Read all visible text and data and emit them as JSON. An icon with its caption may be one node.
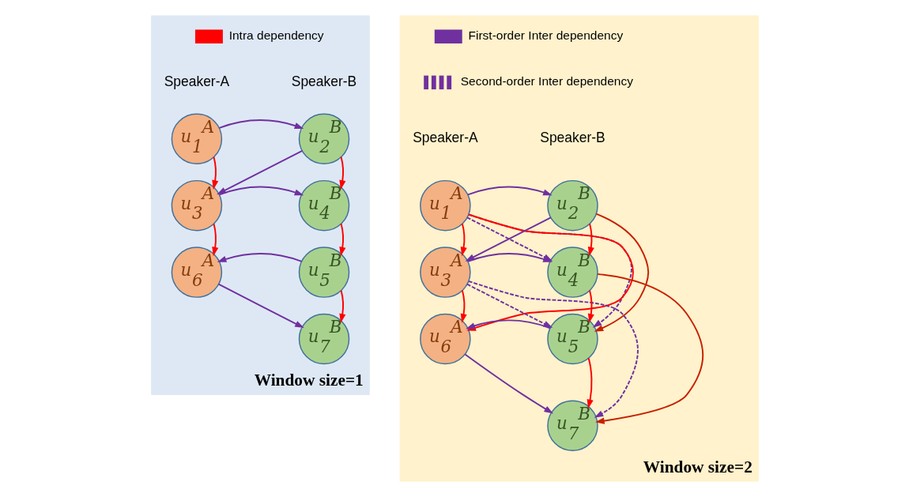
{
  "diagram": {
    "nodes": [
      {
        "text": [
          "Window size=1"
        ]
      },
      {
        "text": [
          "u$_{1}$$^{A}$"
        ],
        "in": 0
      },
      {
        "text": [
          "u$_{2}$$^{B}$"
        ],
        "in": 0
      },
      {
        "text": [
          "u$_{3}$$^{A}$"
        ],
        "in": 0
      },
      {
        "text": [
          "u$_{4}$$^{B}$"
        ],
        "in": 0
      },
      {
        "text": [
          "u$_{5}$$^{B}$"
        ],
        "in": 0
      },
      {
        "text": [
          "u$_{6}$$^{A}$"
        ],
        "in": 0
      },
      {
        "text": [
          "u$_{7}$$^{B}$"
        ],
        "in": 0
      },
      {
        "text": [
          "Window size=2"
        ]
      },
      {
        "text": [
          "u$_{1}$$^{A}$"
        ],
        "in": 8
      },
      {
        "text": [
          "u$_{2}$$^{B}$"
        ],
        "in": 8
      },
      {
        "text": [
          "u$_{3}$$^{A}$"
        ],
        "in": 8
      },
      {
        "text": [
          "u$_{4}$$^{B}$"
        ],
        "in": 8
      },
      {
        "text": [
          "u$_{5}$$^{B}$"
        ],
        "in": 8
      },
      {
        "text": [
          "u$_{6}$$^{A}$"
        ],
        "in": 8
      },
      {
        "text": [
          "u$_{7}$$^{B}$"
        ],
        "in": 8
      }
    ],
    "edges": [
      {
        "from": 1,
        "to": 2,
        "arrow": "to"
      },
      {
        "from": 2,
        "to": 3,
        "arrow": "to"
      },
      {
        "from": 3,
        "to": 4,
        "arrow": "to"
      },
      {
        "from": 5,
        "to": 6,
        "arrow": "to"
      },
      {
        "from": 6,
        "to": 7,
        "arrow": "to"
      },
      {
        "from": 1,
        "to": 3,
        "arrow": "to",
        "color": "#ff0000"
      },
      {
        "from": 3,
        "to": 6,
        "arrow": "to",
        "color": "#ff0000"
      },
      {
        "from": 2,
        "to": 4,
        "arrow": "to",
        "color": "#ff0000"
      },
      {
        "from": 4,
        "to": 5,
        "arrow": "to",
        "color": "#ff0000"
      },
      {
        "from": 5,
        "to": 7,
        "arrow": "to",
        "color": "#ff0000"
      },
      {
        "from": 9,
        "to": 10,
        "arrow": "to"
      },
      {
        "from": 10,
        "to": 11,
        "arrow": "to"
      },
      {
        "from": 11,
        "to": 12,
        "arrow": "to"
      },
      {
        "from": 13,
        "to": 14,
        "arrow": "to"
      },
      {
        "from": 14,
        "to": 15,
        "arrow": "to"
      },
      {
        "from": 9,
        "to": 12,
        "arrow": "to",
        "style": "dashed"
      },
      {
        "from": 9,
        "to": 13,
        "arrow": "to",
        "style": "dashed"
      },
      {
        "from": 11,
        "to": 13,
        "arrow": "to",
        "style": "dashed"
      },
      {
        "from": 11,
        "to": 15,
        "arrow": "to",
        "style": "dashed"
      },
      {
        "from": 9,
        "to": 11,
        "arrow": "to",
        "color": "#ff0000"
      },
      {
        "from": 11,
        "to": 14,
        "arrow": "to",
        "color": "#ff0000"
      },
      {
        "from": 10,
        "to": 12,
        "arrow": "to",
        "color": "#ff0000"
      },
      {
        "from": 12,
        "to": 13,
        "arrow": "to",
        "color": "#ff0000"
      },
      {
        "from": 13,
        "to": 15,
        "arrow": "to",
        "color": "#ff0000"
      },
      {
        "from": 9,
        "to": 14,
        "arrow": "to",
        "color": "#ff0000"
      },
      {
        "from": 10,
        "to": 13,
        "arrow": "to",
        "color": "#c82000"
      },
      {
        "from": 12,
        "to": 15,
        "arrow": "to",
        "color": "#c82000"
      }
    ],
    "labels": [
      "Speaker-A",
      "Speaker-B",
      "Speaker-A",
      "Speaker-B"
    ],
    "legend": [
      {
        "text": "Intra dependency"
      },
      {
        "text": "First-order Inter dependency"
      },
      {
        "text": "Second-order Inter dependency"
      }
    ]
  }
}
